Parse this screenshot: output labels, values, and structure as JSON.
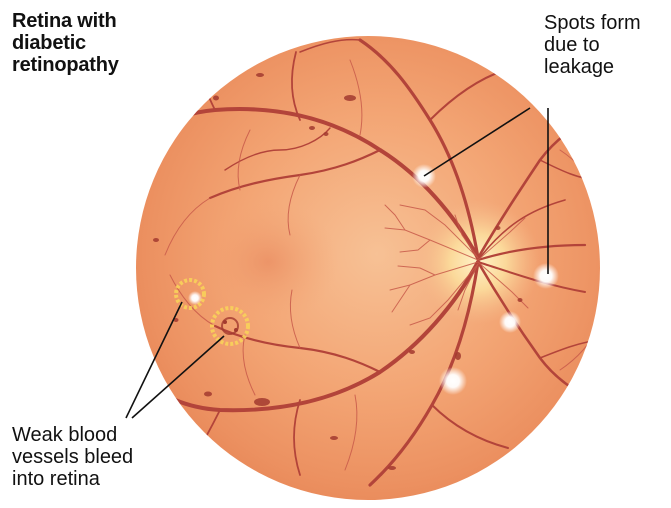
{
  "title": "Retina with\ndiabetic\nretinopathy",
  "labels": {
    "spots": "Spots form\ndue to\nleakage",
    "weak_vessels": "Weak blood\nvessels bleed\ninto retina"
  },
  "colors": {
    "retina_edge": "#e98a5a",
    "retina_mid": "#f3a574",
    "retina_center": "#f6b98a",
    "fovea": "#ef9a6c",
    "optic_disc": "#fbe0a4",
    "vessel": "#b3443a",
    "vessel_light": "#c85a4a",
    "hemorrhage": "#a33a2f",
    "exudate": "#ffffff",
    "leak_ring": "#f8d25a",
    "pointer_line": "#111111"
  }
}
